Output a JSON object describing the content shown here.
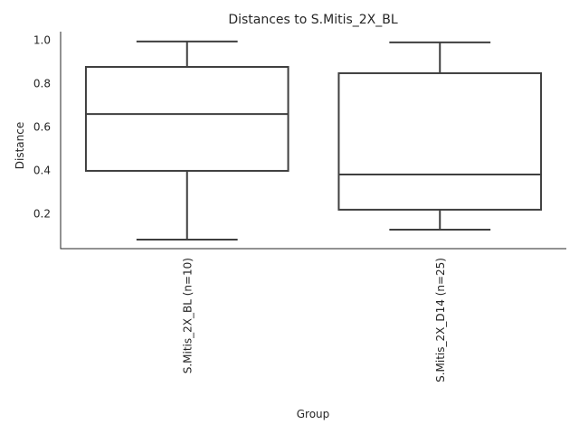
{
  "chart_data": {
    "type": "box",
    "title": "Distances to S.Mitis_2X_BL",
    "xlabel": "Group",
    "ylabel": "Distance",
    "ylim": [
      0.0375,
      1.0375
    ],
    "yticks": [
      0.2,
      0.4,
      0.6,
      0.8,
      1.0
    ],
    "ytick_labels": [
      "0.2",
      "0.4",
      "0.6",
      "0.8",
      "1.0"
    ],
    "grid": false,
    "categories": [
      "S.Mitis_2X_BL (n=10)",
      "S.Mitis_2X_D14 (n=25)"
    ],
    "boxes": [
      {
        "whisker_low": 0.079,
        "q1": 0.396,
        "median": 0.658,
        "q3": 0.875,
        "whisker_high": 0.992
      },
      {
        "whisker_low": 0.125,
        "q1": 0.217,
        "median": 0.379,
        "q3": 0.846,
        "whisker_high": 0.988
      }
    ],
    "colors": {
      "line": "#3f3f3f",
      "axis": "#262626",
      "box_fill": "#ffffff"
    }
  }
}
